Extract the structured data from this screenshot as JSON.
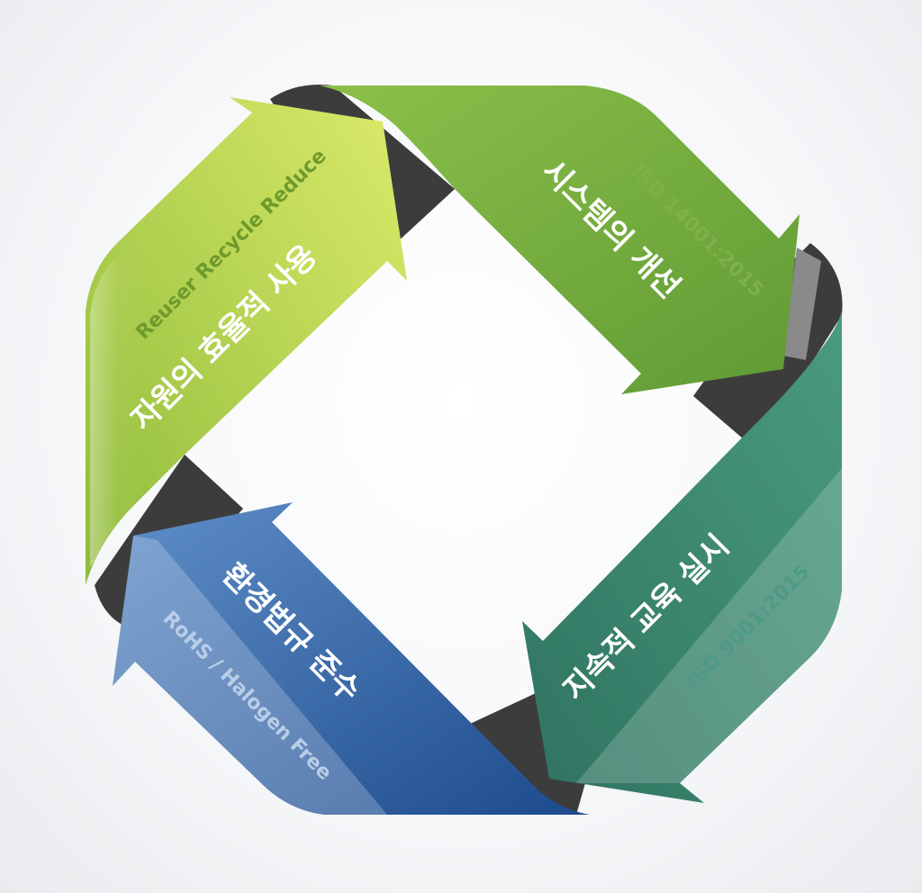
{
  "diagram": {
    "segments": [
      {
        "id": "resource",
        "main_label": "자원의 효율적 사용",
        "sub_label": "Reuser Recycle Reduce",
        "color_light": "#dcea6a",
        "color_dark": "#8dbb3a",
        "sub_color": "#6f9a2c"
      },
      {
        "id": "system",
        "main_label": "시스템의 개선",
        "sub_label": "ISO 14001:2015",
        "color_light": "#8cc04a",
        "color_dark": "#5f9a34",
        "sub_color": "#7fb04a"
      },
      {
        "id": "education",
        "main_label": "지속적 교육 실시",
        "sub_label": "ISO 9001:2015",
        "color_light": "#4a9b80",
        "color_dark": "#2f7360",
        "sub_color": "#4f9a85"
      },
      {
        "id": "regulation",
        "main_label": "환경법규 준수",
        "sub_label": "RoHS / Halogen Free",
        "color_light": "#5f8fc8",
        "color_dark": "#1c4a8c",
        "sub_color": "#b9cde8"
      }
    ],
    "ribbon_color": "#3c3c3c"
  }
}
